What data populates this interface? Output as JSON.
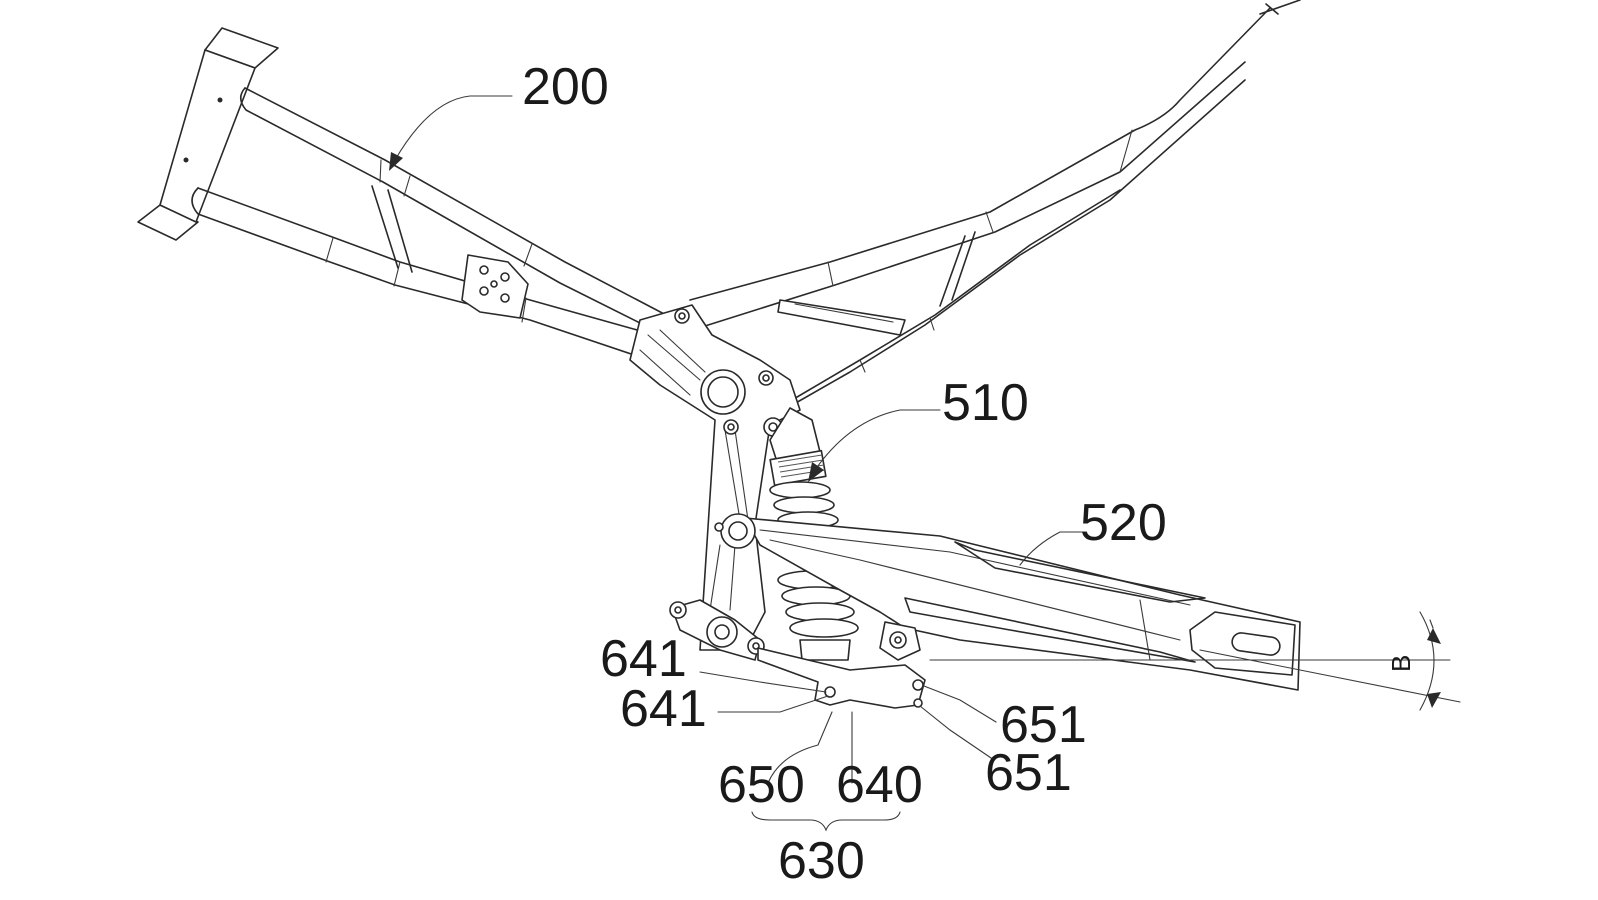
{
  "labels": {
    "frame": "200",
    "shock": "510",
    "swingarm": "520",
    "pin_upper": "641",
    "pin_lower": "641",
    "pivot_upper": "651",
    "pivot_lower": "651",
    "link_a": "650",
    "link_b": "640",
    "linkage": "630",
    "angle": "B"
  }
}
